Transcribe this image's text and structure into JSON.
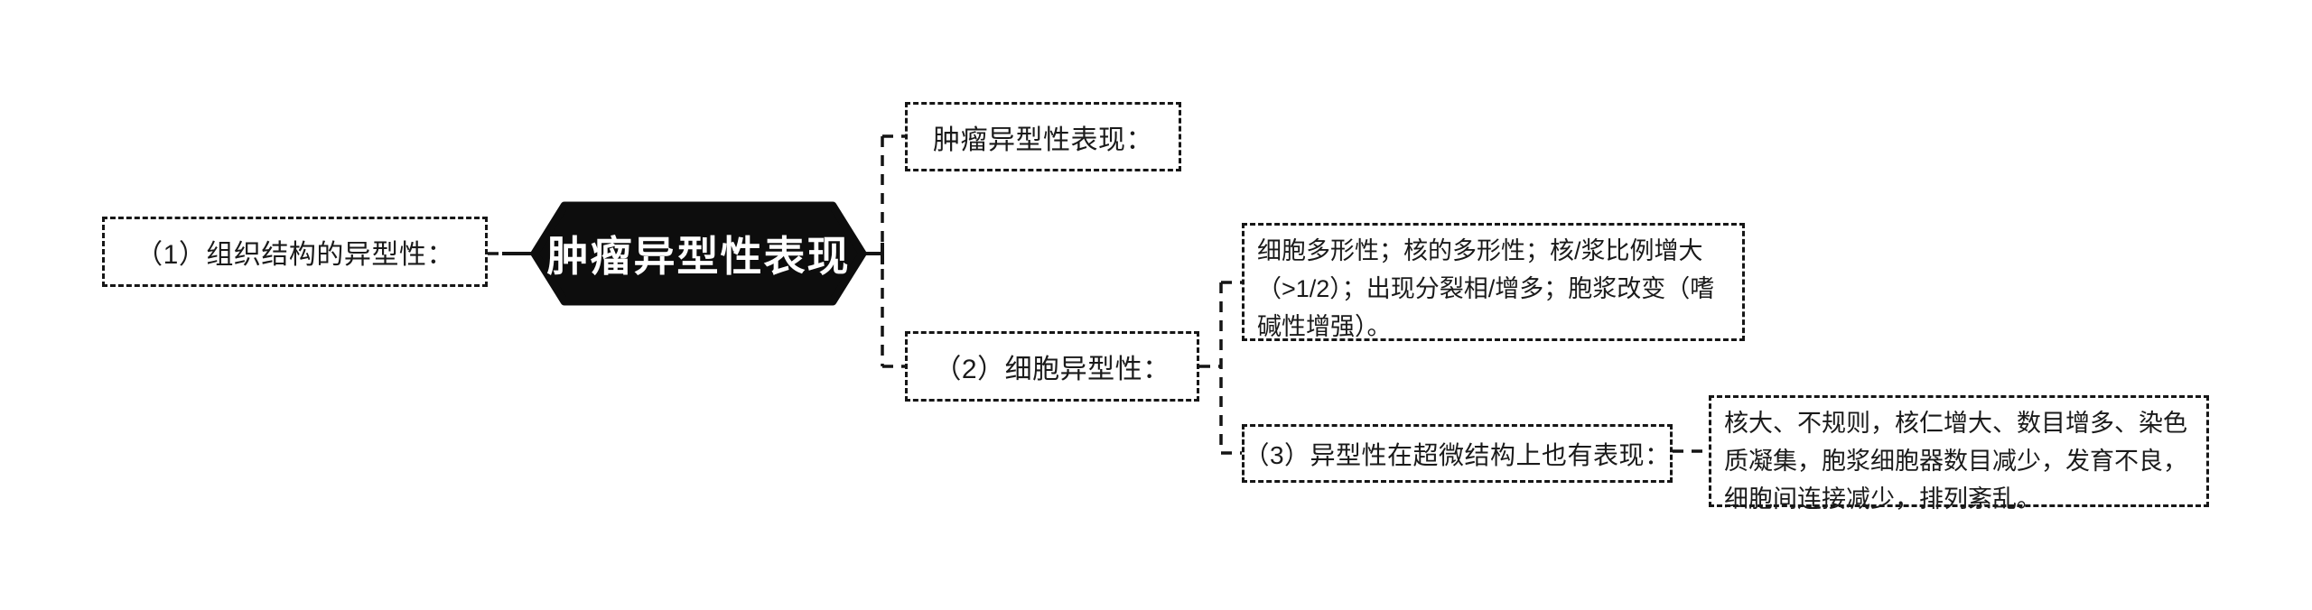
{
  "diagram": {
    "type": "mindmap",
    "central_topic": "肿瘤异型性表现",
    "hierarchy_note": "central topic links left to branch1; links right to branch2 and branch3; branch3 links to branch3_detail and branch4; branch4 links to branch4_detail"
  },
  "nodes": {
    "central": {
      "label": "肿瘤异型性表现"
    },
    "branch1": {
      "label": "（1）组织结构的异型性："
    },
    "branch2": {
      "label": "肿瘤异型性表现："
    },
    "branch3": {
      "label": "（2）细胞异型性："
    },
    "branch3_detail": {
      "label": "细胞多形性；核的多形性；核/浆比例增大（>1/2）；出现分裂相/增多；胞浆改变（嗜碱性增强）。"
    },
    "branch4": {
      "label": "（3）异型性在超微结构上也有表现："
    },
    "branch4_detail": {
      "label": "核大、不规则，核仁增大、数目增多、染色质凝集，胞浆细胞器数目减少，发育不良，细胞间连接减少，排列紊乱。"
    }
  },
  "colors": {
    "background": "#ffffff",
    "central_node_fill": "#0d0d0d",
    "central_node_text": "#ffffff",
    "box_border": "#161616",
    "box_text": "#1a1a1a",
    "connector": "#141414"
  }
}
